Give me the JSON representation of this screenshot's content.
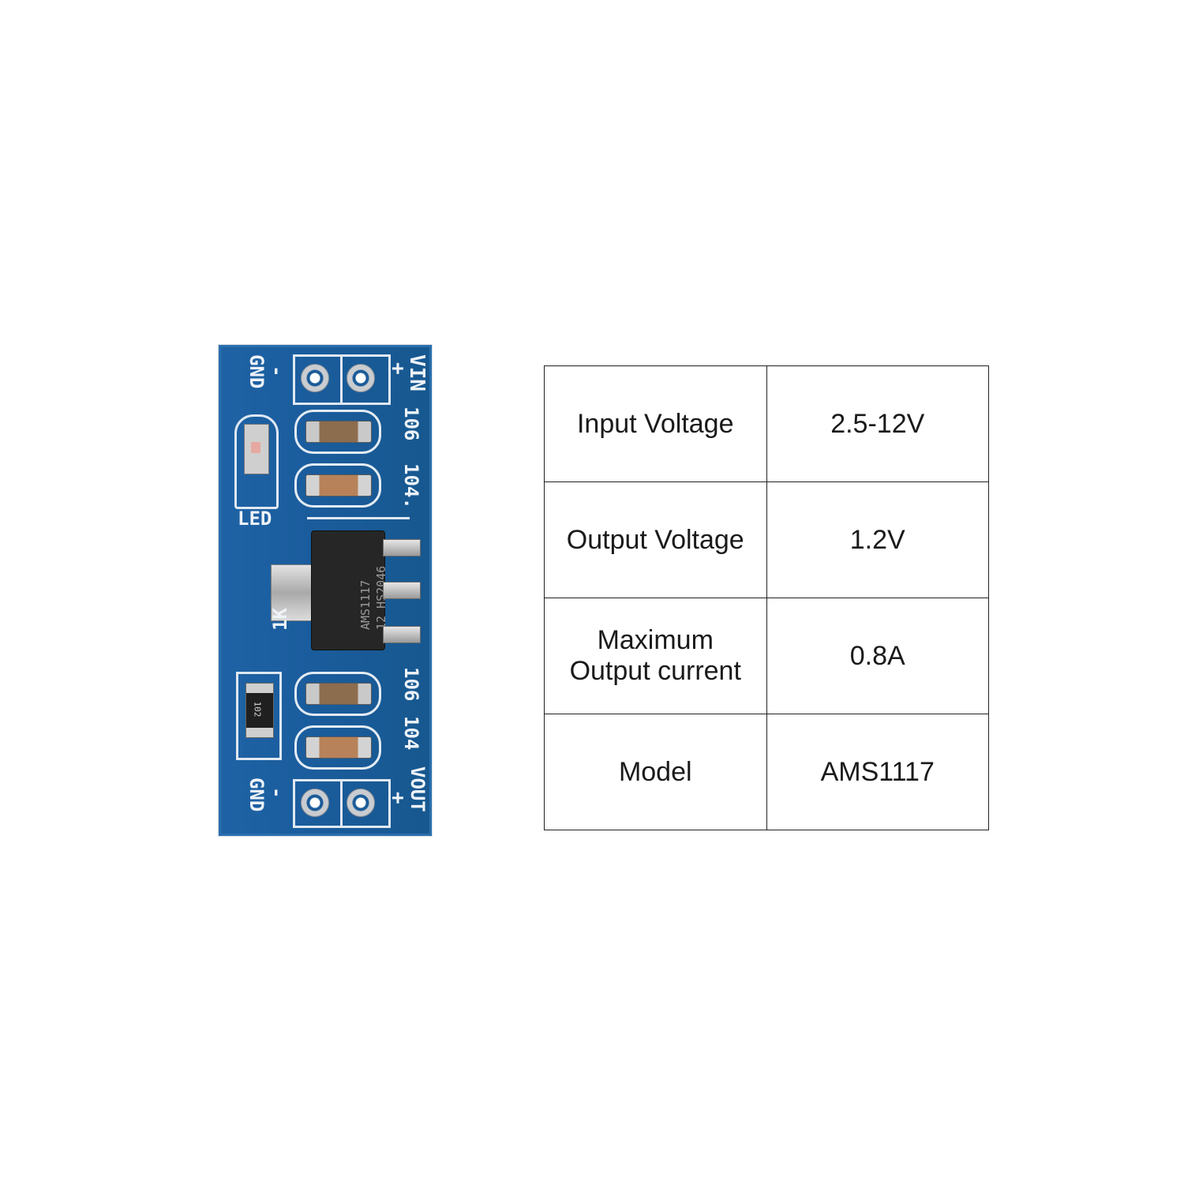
{
  "board": {
    "labels": {
      "gnd_top": "GND",
      "minus_top": "-",
      "vin": "VIN",
      "plus_top": "+",
      "c106_top": "106",
      "c104_top": "104.",
      "led": "LED",
      "r1k": "1K",
      "c106_bottom": "106",
      "c104_bottom": "104",
      "gnd_bottom": "GND",
      "minus_bottom": "-",
      "vout": "VOUT",
      "plus_bottom": "+",
      "ic_marking": "AMS1117\n12 HS2046",
      "resistor_code": "102"
    },
    "colors": {
      "pcb": "#1a5c9c",
      "silkscreen": "#eef3f8"
    }
  },
  "specs": {
    "rows": [
      {
        "label": "Input Voltage",
        "value": "2.5-12V"
      },
      {
        "label": "Output Voltage",
        "value": "1.2V"
      },
      {
        "label": "Maximum\nOutput current",
        "value": "0.8A"
      },
      {
        "label": "Model",
        "value": "AMS1117"
      }
    ]
  }
}
